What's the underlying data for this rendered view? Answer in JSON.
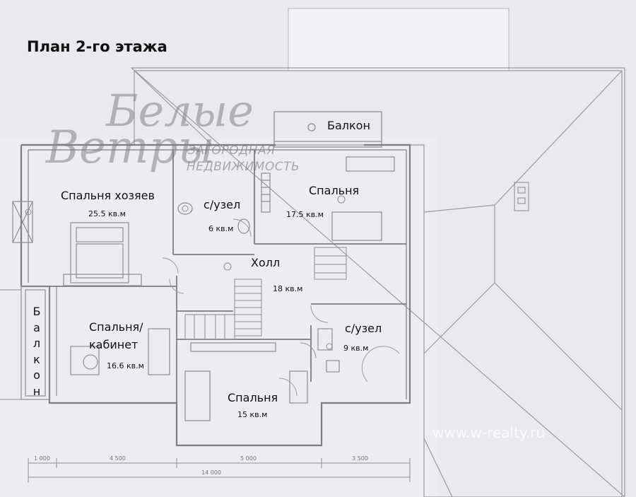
{
  "plan": {
    "title": "План 2-го этажа",
    "rooms": {
      "master_bedroom": {
        "name": "Спальня хозяев",
        "area": "25.5 кв.м"
      },
      "bathroom_1": {
        "name": "с/узел",
        "area": "6 кв.м"
      },
      "bedroom_1": {
        "name": "Спальня",
        "area": "17.5 кв.м"
      },
      "hall": {
        "name": "Холл",
        "area": "18 кв.м"
      },
      "bedroom_study": {
        "name": "Спальня/\nкабинет",
        "area": "16.6 кв.м"
      },
      "bathroom_2": {
        "name": "с/узел",
        "area": "9 кв.м"
      },
      "bedroom_2": {
        "name": "Спальня",
        "area": "15 кв.м"
      },
      "balcony_top": {
        "name": "Балкон"
      },
      "balcony_left": {
        "letters": [
          "Б",
          "а",
          "л",
          "к",
          "о",
          "н"
        ]
      }
    },
    "dimensions": [
      "1 000",
      "4 500",
      "5 000",
      "3 500",
      "14 000"
    ]
  },
  "watermark": {
    "brand_1": "Белые",
    "brand_2": "Ветры",
    "tagline_1": "ЗАГОРОДНАЯ",
    "tagline_2": "НЕДВИЖИМОСТЬ",
    "site": "www.w-realty.ru"
  },
  "colors": {
    "background": "#e9e9ee",
    "line": "#8c8c92",
    "text": "#111111"
  }
}
